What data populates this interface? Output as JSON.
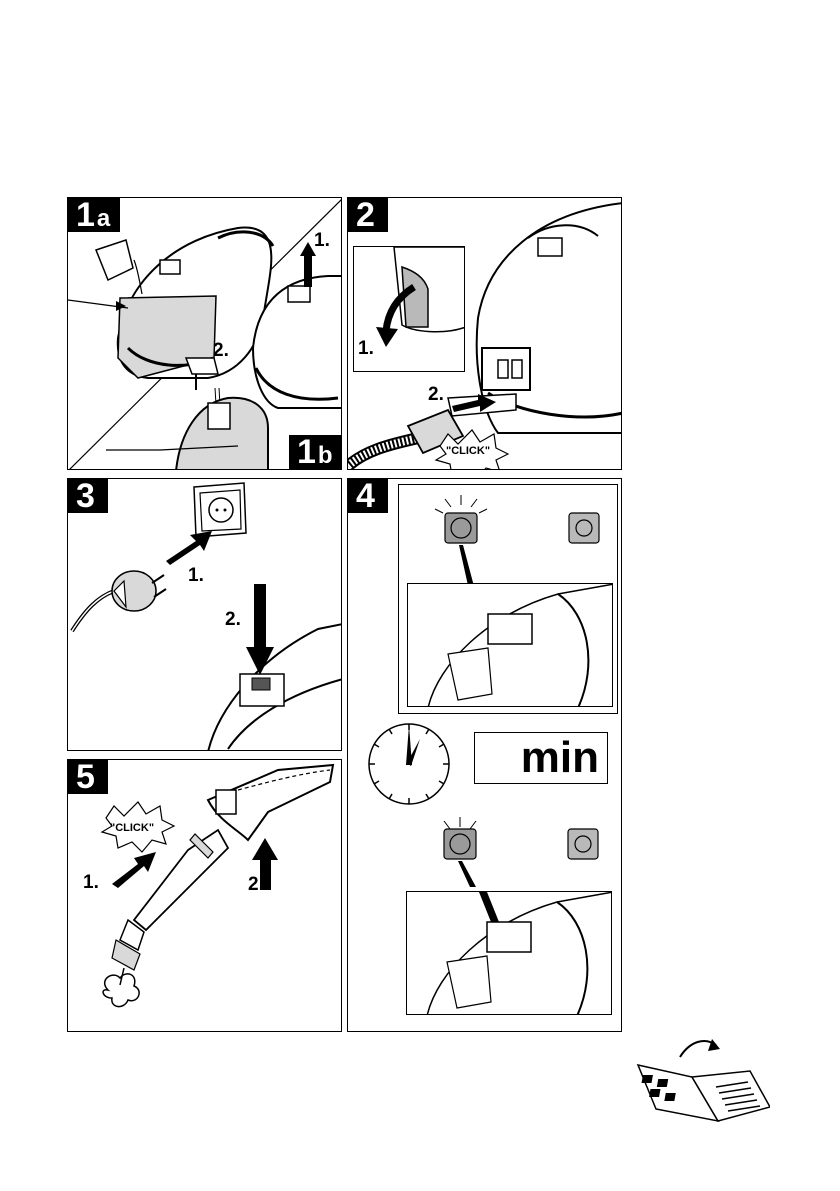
{
  "panels": {
    "p1": {
      "step": "1",
      "sub_a": "a",
      "sub_b": "b",
      "label_1": "1.",
      "label_2": "2."
    },
    "p2": {
      "step": "2",
      "label_1": "1.",
      "label_2": "2.",
      "click": "\"CLICK\""
    },
    "p3": {
      "step": "3",
      "label_1": "1.",
      "label_2": "2."
    },
    "p4": {
      "step": "4",
      "min": "min"
    },
    "p5": {
      "step": "5",
      "label_1": "1.",
      "label_2": "2.",
      "click": "\"CLICK\""
    }
  },
  "icons": {
    "heating": "heating-indicator-icon",
    "steam": "steam-iron-icon",
    "clock": "clock-icon",
    "manual": "open-manual-icon"
  },
  "colors": {
    "ink": "#000000",
    "panel_bg": "#ffffff",
    "indicator_gray": "#9a9a9a",
    "button_gray": "#b9b9b9"
  }
}
